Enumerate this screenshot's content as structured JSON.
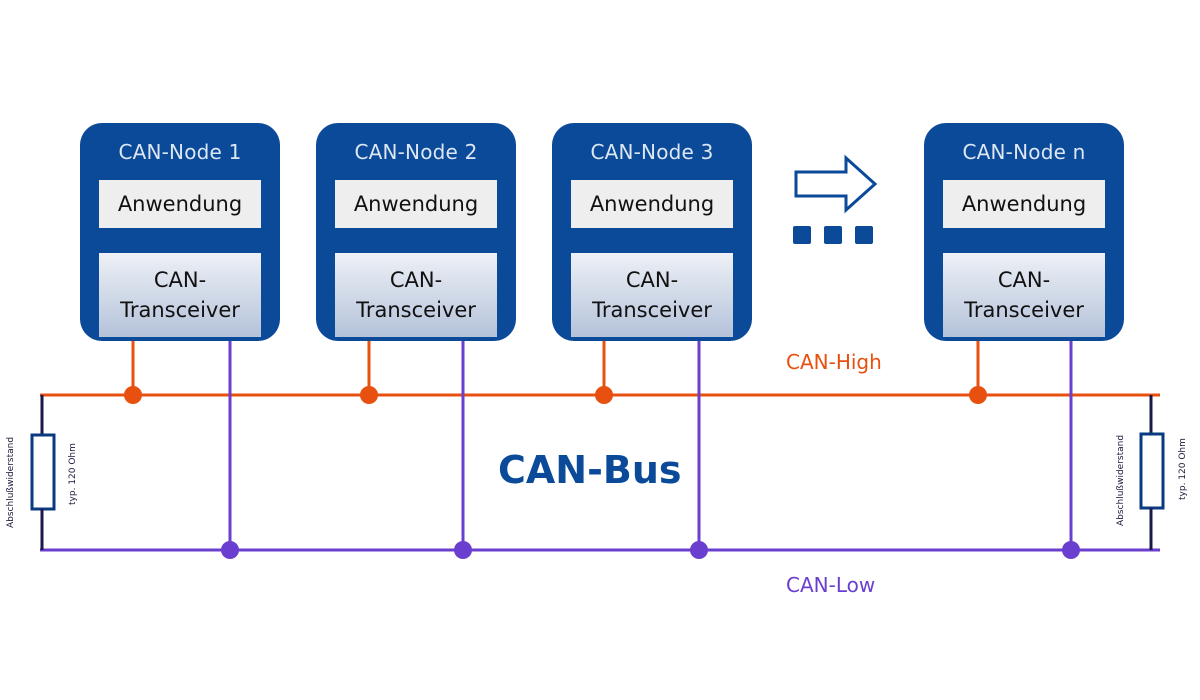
{
  "nodes": [
    {
      "title": "CAN-Node 1",
      "app": "Anwendung",
      "trx_line1": "CAN-",
      "trx_line2": "Transceiver"
    },
    {
      "title": "CAN-Node 2",
      "app": "Anwendung",
      "trx_line1": "CAN-",
      "trx_line2": "Transceiver"
    },
    {
      "title": "CAN-Node 3",
      "app": "Anwendung",
      "trx_line1": "CAN-",
      "trx_line2": "Transceiver"
    },
    {
      "title": "CAN-Node n",
      "app": "Anwendung",
      "trx_line1": "CAN-",
      "trx_line2": "Transceiver"
    }
  ],
  "bus": {
    "title": "CAN-Bus",
    "high_label": "CAN-High",
    "low_label": "CAN-Low"
  },
  "terminators": {
    "left": {
      "name": "Abschlußwiderstand",
      "value": "typ. 120 Ohm"
    },
    "right": {
      "name": "Abschlußwiderstand",
      "value": "typ. 120 Ohm"
    }
  },
  "continuation": {
    "icon": "arrow-right-icon",
    "ellipsis": "ellipsis-squares"
  },
  "colors": {
    "node_blue": "#0a4a98",
    "can_high": "#e8500f",
    "can_low": "#6a3fcf",
    "resistor": "#1a1a4a"
  }
}
